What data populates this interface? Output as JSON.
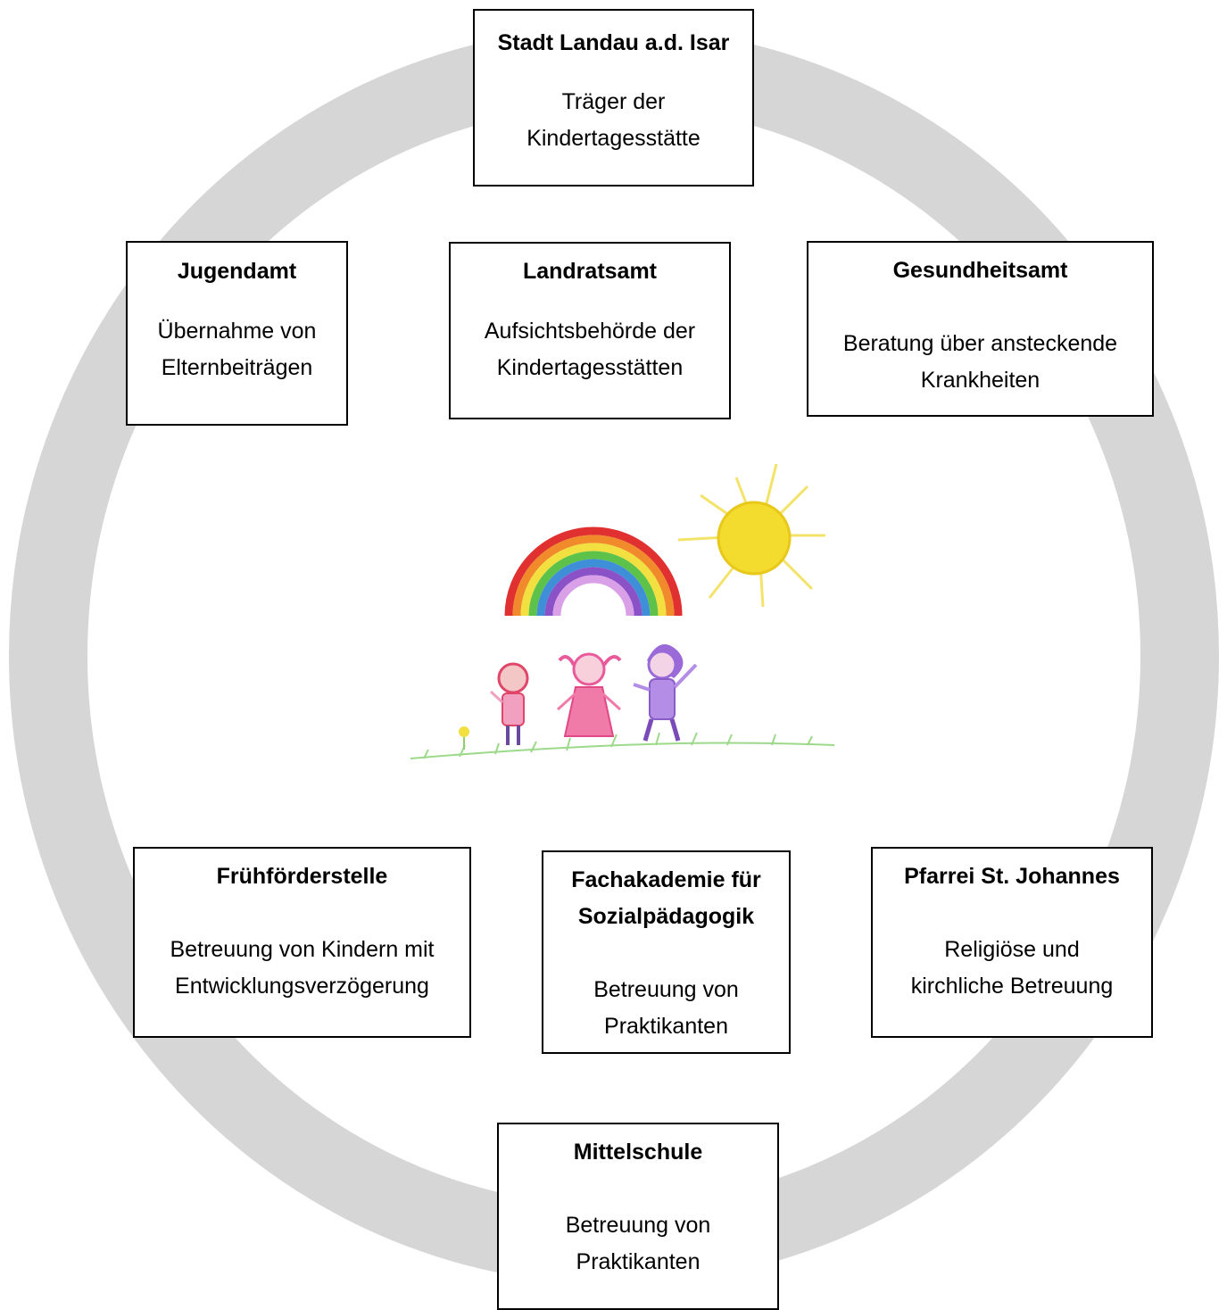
{
  "colors": {
    "ring": "#d6d6d6",
    "box_border": "#000000",
    "box_fill": "#ffffff",
    "text": "#000000"
  },
  "nodes": {
    "stadt": {
      "title": "Stadt Landau a.d. Isar",
      "desc_lines": [
        "Träger der",
        "Kindertagesstätte"
      ]
    },
    "jugendamt": {
      "title": "Jugendamt",
      "desc_lines": [
        "Übernahme von",
        "Elternbeiträgen"
      ]
    },
    "landratsamt": {
      "title": "Landratsamt",
      "desc_lines": [
        "Aufsichtsbehörde der",
        "Kindertagesstätten"
      ]
    },
    "gesundheitsamt": {
      "title": "Gesundheitsamt",
      "desc_lines": [
        "Beratung über ansteckende",
        "Krankheiten"
      ]
    },
    "fruehfoerderstelle": {
      "title": "Frühförderstelle",
      "desc_lines": [
        "Betreuung von Kindern mit",
        "Entwicklungsverzögerung"
      ]
    },
    "fachakademie": {
      "title_lines": [
        "Fachakademie für",
        "Sozialpädagogik"
      ],
      "desc_lines": [
        "Betreuung von",
        "Praktikanten"
      ]
    },
    "pfarrei": {
      "title": "Pfarrei St. Johannes",
      "desc_lines": [
        "Religiöse und",
        "kirchliche Betreuung"
      ]
    },
    "mittelschule": {
      "title": "Mittelschule",
      "desc_lines": [
        "Betreuung von",
        "Praktikanten"
      ]
    }
  },
  "center_image": {
    "kind": "children-drawing",
    "elements": [
      "rainbow",
      "sun",
      "three-children",
      "grass",
      "flower"
    ]
  }
}
